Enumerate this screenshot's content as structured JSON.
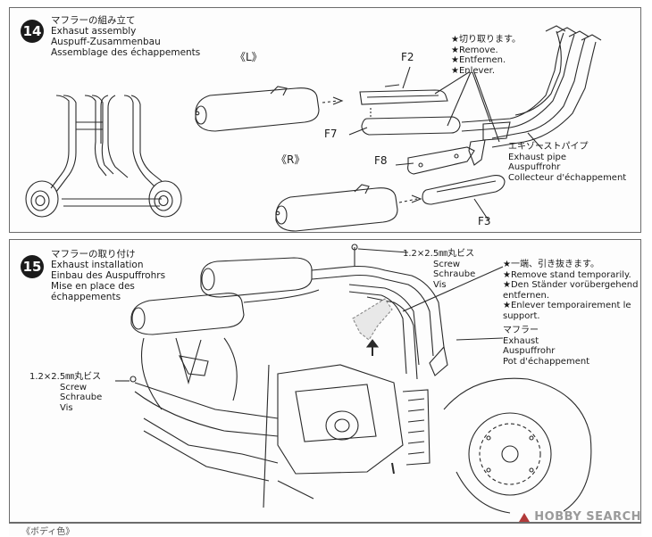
{
  "step14": {
    "number": "14",
    "title": [
      "マフラーの組み立て",
      "Exhasut assembly",
      "Auspuff-Zusammenbau",
      "Assemblage des échappements"
    ],
    "left_label": "《L》",
    "right_label": "《R》",
    "part_f2": "F2",
    "part_f7": "F7",
    "part_f8": "F8",
    "part_f3": "F3",
    "remove_note": [
      "★切り取ります。",
      "★Remove.",
      "★Entfernen.",
      "★Enlever."
    ],
    "exhaust_pipe": [
      "エキゾーストパイプ",
      "Exhaust pipe",
      "Auspuffrohr",
      "Collecteur d'échappement"
    ]
  },
  "step15": {
    "number": "15",
    "title": [
      "マフラーの取り付け",
      "Exhaust installation",
      "Einbau des Auspuffrohrs",
      "Mise en place des",
      "échappements"
    ],
    "screw_top": [
      "1.2×2.5㎜丸ビス",
      "Screw",
      "Schraube",
      "Vis"
    ],
    "screw_left": [
      "1.2×2.5㎜丸ビス",
      "Screw",
      "Schraube",
      "Vis"
    ],
    "stand_note": [
      "★一端、引き抜きます。",
      "★Remove stand temporarily.",
      "★Den Ständer vorübergehend",
      "entfernen.",
      "★Enlever temporairement le",
      "support."
    ],
    "muffler": [
      "マフラー",
      "Exhaust",
      "Auspuffrohr",
      "Pot d'échappement"
    ]
  },
  "footer": {
    "cut_text": "《ボディ色》",
    "watermark": "HOBBY SEARCH"
  }
}
